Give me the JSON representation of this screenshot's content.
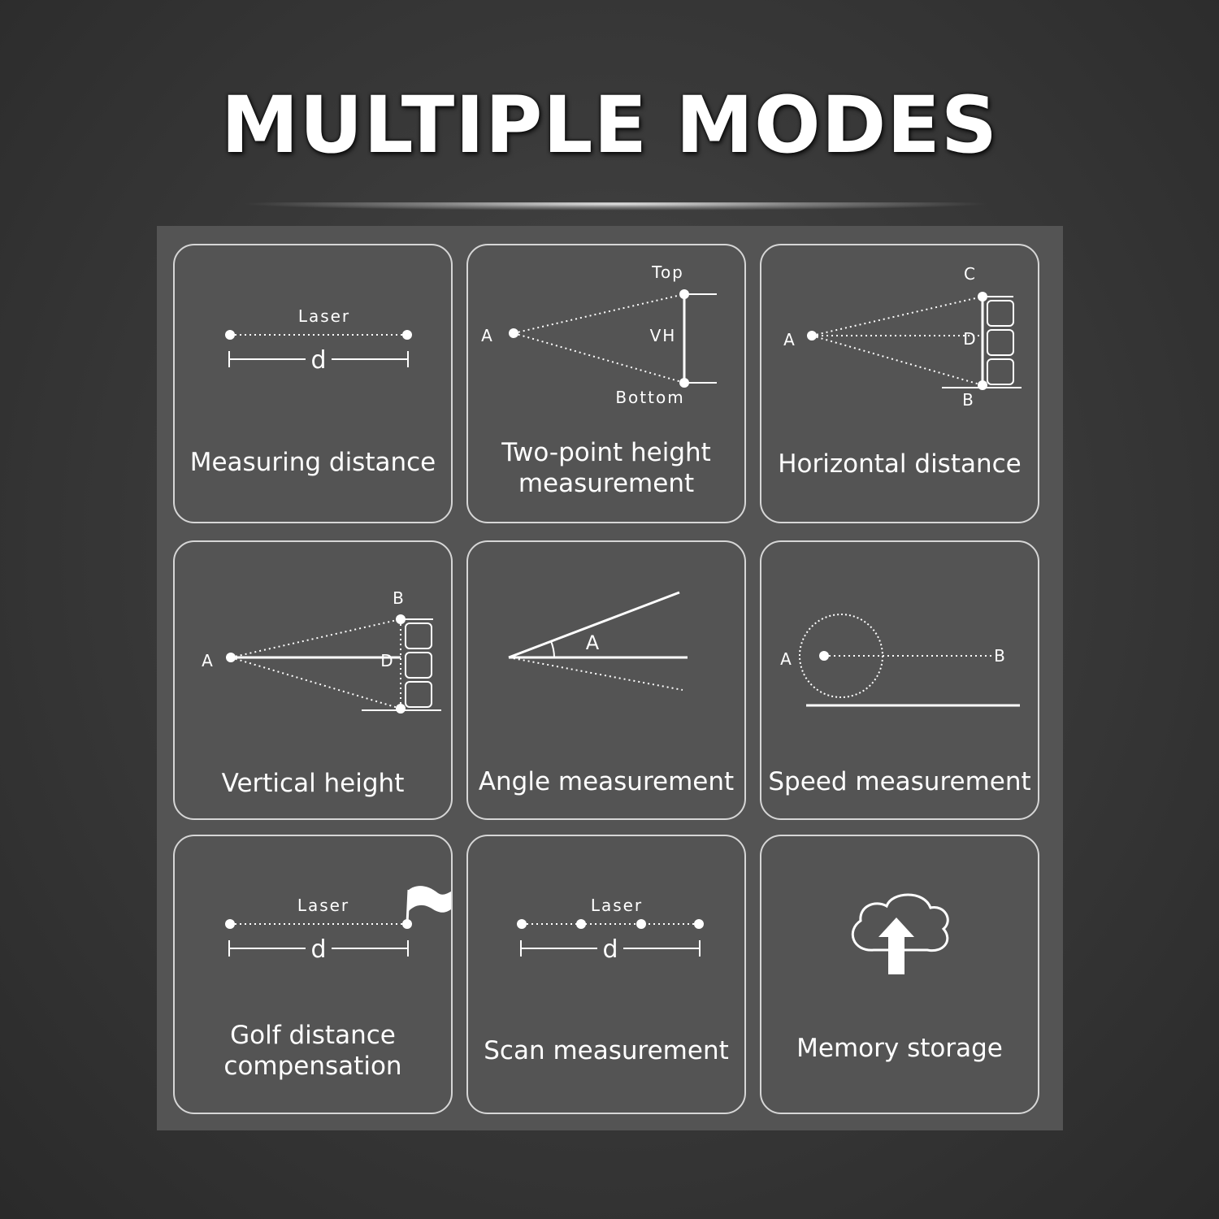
{
  "header": {
    "title": "MULTIPLE MODES"
  },
  "modes": [
    {
      "label": "Measuring distance",
      "diagram": {
        "laser": "Laser",
        "d": "d"
      }
    },
    {
      "label_lines": [
        "Two-point height",
        "measurement"
      ],
      "diagram": {
        "top": "Top",
        "a": "A",
        "vh": "VH",
        "bottom": "Bottom"
      }
    },
    {
      "label": "Horizontal distance",
      "diagram": {
        "c": "C",
        "a": "A",
        "d": "D",
        "b": "B"
      }
    },
    {
      "label": "Vertical height",
      "diagram": {
        "b": "B",
        "a": "A",
        "d": "D"
      }
    },
    {
      "label": "Angle measurement",
      "diagram": {
        "a": "A"
      }
    },
    {
      "label": "Speed measurement",
      "diagram": {
        "a": "A",
        "b": "B"
      }
    },
    {
      "label_lines": [
        "Golf distance",
        "compensation"
      ],
      "diagram": {
        "laser": "Laser",
        "d": "d"
      }
    },
    {
      "label": "Scan measurement",
      "diagram": {
        "laser": "Laser",
        "d": "d"
      }
    },
    {
      "label": "Memory storage",
      "diagram": {
        "icon": "cloud-upload-icon"
      }
    }
  ],
  "colors": {
    "background": "#333333",
    "panel": "#545454",
    "line": "#ffffff"
  }
}
